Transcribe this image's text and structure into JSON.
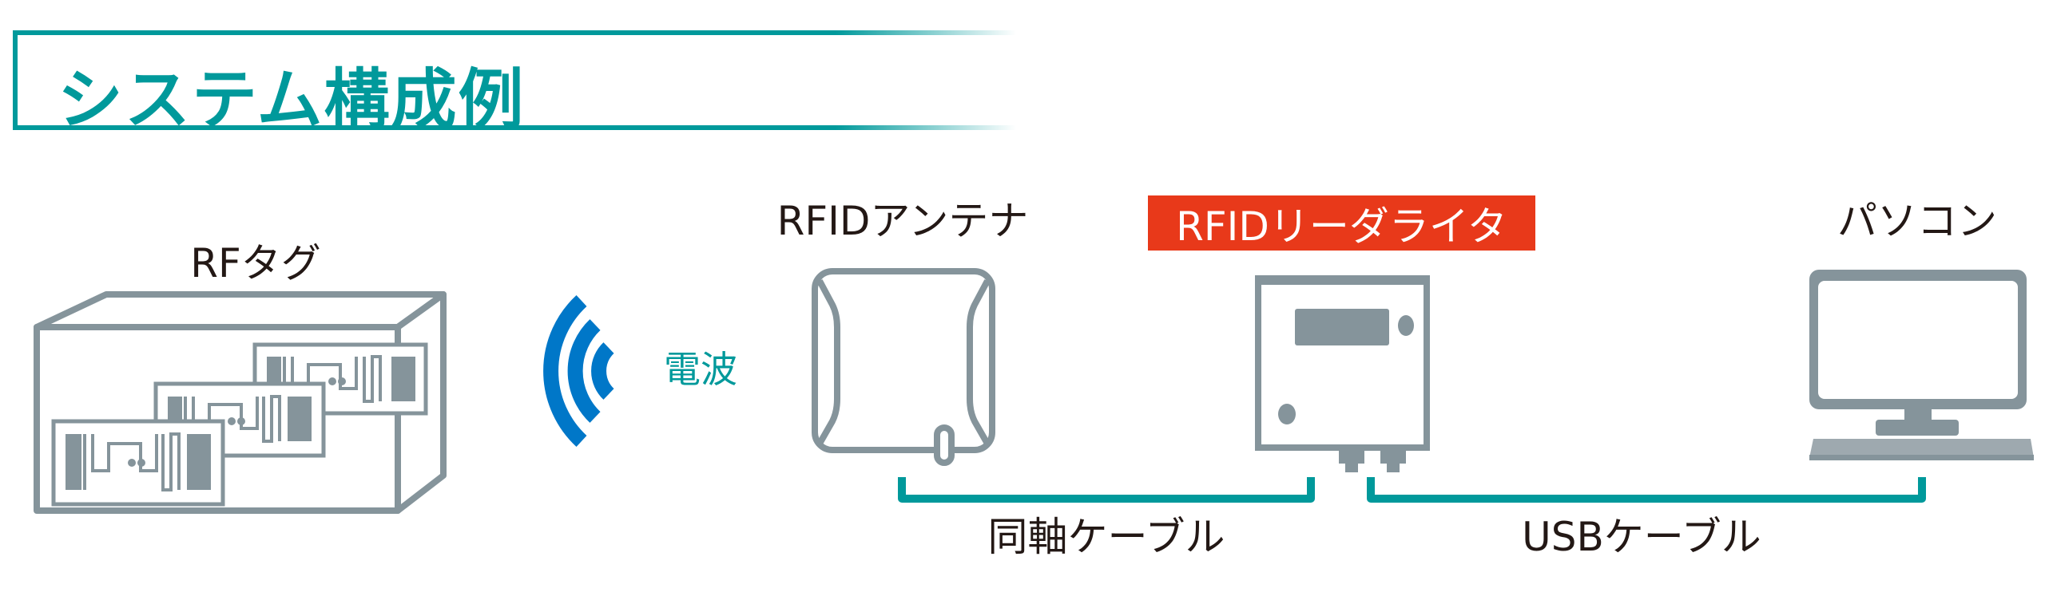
{
  "title": "システム構成例",
  "components": {
    "rf_tag": "RFタグ",
    "radio_wave": "電波",
    "antenna": "RFIDアンテナ",
    "reader_writer": "RFIDリーダライタ",
    "pc": "パソコン"
  },
  "cables": {
    "coax": "同軸ケーブル",
    "usb": "USBケーブル"
  },
  "colors": {
    "accent": "#00999b",
    "device_gray": "#85949b",
    "wave_blue": "#0077c8",
    "highlight_red": "#e8391a"
  }
}
